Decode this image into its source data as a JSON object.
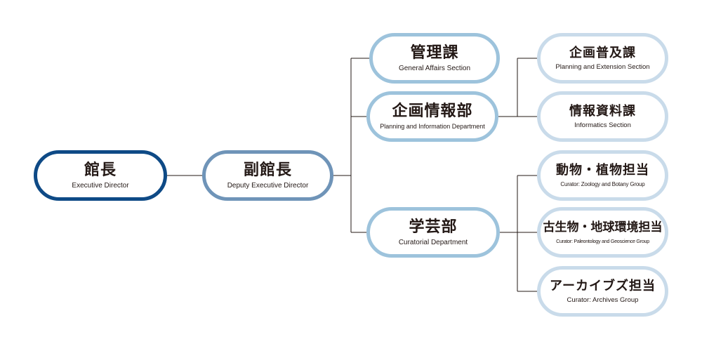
{
  "nodes": {
    "director": {
      "ja": "館長",
      "en": "Executive Director"
    },
    "deputy": {
      "ja": "副館長",
      "en": "Deputy Executive Director"
    },
    "general_affairs": {
      "ja": "管理課",
      "en": "General Affairs Section"
    },
    "planning_info": {
      "ja": "企画情報部",
      "en": "Planning and Information Department"
    },
    "curatorial": {
      "ja": "学芸部",
      "en": "Curatorial Department"
    },
    "planning_extension": {
      "ja": "企画普及課",
      "en": "Planning and Extension Section"
    },
    "informatics": {
      "ja": "情報資料課",
      "en": "Informatics Section"
    },
    "zoology_botany": {
      "ja": "動物・植物担当",
      "en": "Curator: Zoology and Botany Group"
    },
    "paleo_geo": {
      "ja": "古生物・地球環境担当",
      "en": "Curator: Paleontology and Geoscience Group"
    },
    "archives": {
      "ja": "アーカイブズ担当",
      "en": "Curator: Archives Group"
    }
  },
  "colors": {
    "level0": "#0e4a86",
    "level1": "#6f94b8",
    "level2": "#9dc3dc",
    "level3": "#c9dbea",
    "connector": "#231815"
  }
}
